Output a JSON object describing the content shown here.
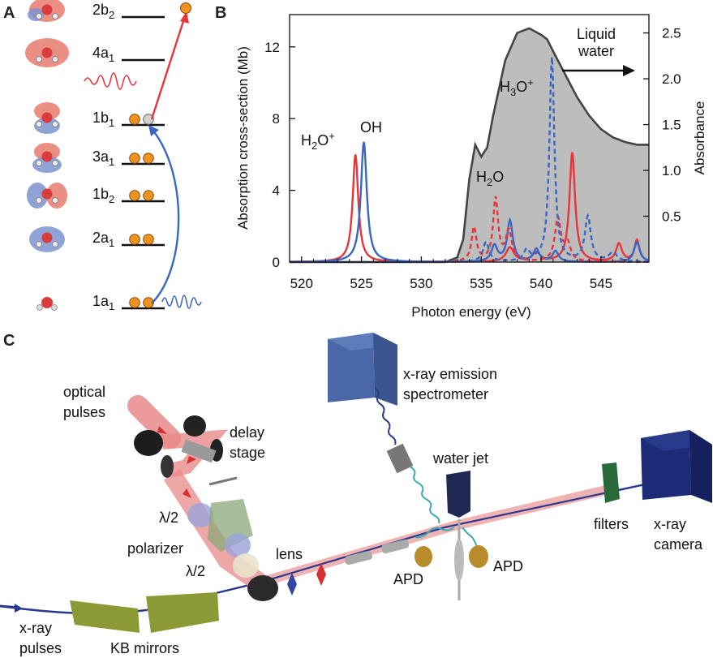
{
  "panels": {
    "a": "A",
    "b": "B",
    "c": "C"
  },
  "orbitals": [
    {
      "main": "2b",
      "sub": "2",
      "electrons": 0
    },
    {
      "main": "4a",
      "sub": "1",
      "electrons": 0
    },
    {
      "main": "1b",
      "sub": "1",
      "electrons": 1,
      "hole": true
    },
    {
      "main": "3a",
      "sub": "1",
      "electrons": 2
    },
    {
      "main": "1b",
      "sub": "2",
      "electrons": 2
    },
    {
      "main": "2a",
      "sub": "1",
      "electrons": 2
    },
    {
      "main": "1a",
      "sub": "1",
      "electrons": 2
    }
  ],
  "colors": {
    "red": "#e8353b",
    "blue": "#3a66c4",
    "gray_fill": "#bdbdbd",
    "gray_line": "#444444",
    "electron": "#f0921e"
  },
  "chart_data": {
    "type": "line",
    "xlabel": "Photon energy (eV)",
    "ylabel_left": "Absorption cross-section (Mb)",
    "ylabel_right": "Absorbance",
    "xlim": [
      519,
      549
    ],
    "ylim_left": [
      0,
      13.8
    ],
    "ylim_right": [
      0,
      2.7
    ],
    "x_ticks": [
      520,
      525,
      530,
      535,
      540,
      545
    ],
    "y_ticks_left": [
      0,
      4,
      8,
      12
    ],
    "y_ticks_right": [
      0.5,
      1.0,
      1.5,
      2.0,
      2.5
    ],
    "annotations": {
      "h2o_plus": {
        "base": "H",
        "sub": "2",
        "rest": "O",
        "sup": "+"
      },
      "oh": "OH",
      "h3o_plus": {
        "base": "H",
        "sub": "3",
        "rest": "O",
        "sup": "+"
      },
      "h2o": {
        "base": "H",
        "sub": "2",
        "rest": "O"
      },
      "liquid_water": [
        "Liquid",
        "water"
      ]
    },
    "series": [
      {
        "kind": "area",
        "axis": "right",
        "x": [
          519,
          532,
          533,
          533.5,
          534,
          534.5,
          535,
          535.5,
          536,
          537,
          538,
          539,
          540,
          540.5,
          541,
          542,
          543,
          544,
          545,
          546,
          547,
          548,
          549
        ],
        "y": [
          0,
          0,
          0.05,
          0.25,
          0.9,
          1.28,
          1.15,
          1.25,
          1.6,
          2.2,
          2.5,
          2.55,
          2.48,
          2.43,
          2.3,
          2.05,
          1.8,
          1.6,
          1.45,
          1.36,
          1.31,
          1.28,
          1.28
        ]
      },
      {
        "kind": "peaks",
        "axis": "left",
        "color": "red",
        "style": "solid",
        "peaks": [
          [
            524.5,
            6.0,
            0.28
          ],
          [
            537.4,
            0.8,
            0.4
          ],
          [
            539.6,
            0.5,
            0.4
          ],
          [
            542.6,
            6.1,
            0.28
          ],
          [
            546.5,
            1.0,
            0.3
          ],
          [
            548,
            1.2,
            0.25
          ]
        ]
      },
      {
        "kind": "peaks",
        "axis": "left",
        "color": "blue",
        "style": "solid",
        "peaks": [
          [
            525.2,
            6.7,
            0.3
          ],
          [
            536.1,
            0.9,
            0.3
          ],
          [
            537.4,
            2.3,
            0.28
          ],
          [
            539.6,
            0.7,
            0.3
          ],
          [
            541.2,
            0.6,
            0.3
          ],
          [
            548,
            1.1,
            0.3
          ]
        ]
      },
      {
        "kind": "peaks",
        "axis": "left",
        "color": "red",
        "style": "dashed",
        "peaks": [
          [
            534.4,
            1.9,
            0.25
          ],
          [
            536.2,
            3.5,
            0.25
          ],
          [
            537.3,
            1.7,
            0.3
          ],
          [
            541.4,
            2.4,
            0.3
          ],
          [
            542.2,
            1.0,
            0.3
          ]
        ]
      },
      {
        "kind": "peaks",
        "axis": "left",
        "color": "blue",
        "style": "dashed",
        "peaks": [
          [
            535.4,
            1.1,
            0.3
          ],
          [
            538.8,
            0.6,
            0.3
          ],
          [
            540.9,
            11.4,
            0.25
          ],
          [
            543.9,
            2.5,
            0.3
          ],
          [
            546,
            0.5,
            0.4
          ]
        ]
      }
    ]
  },
  "setup_labels": {
    "optical_pulses": [
      "optical",
      "pulses"
    ],
    "delay_stage": [
      "delay",
      "stage"
    ],
    "lambda_half_1": "λ/2",
    "polarizer": "polarizer",
    "lambda_half_2": "λ/2",
    "lens": "lens",
    "xray_pulses": [
      "x-ray",
      "pulses"
    ],
    "kb_mirrors": "KB mirrors",
    "emission_spectrometer": [
      "x-ray emission",
      "spectrometer"
    ],
    "water_jet": "water jet",
    "apd_left": "APD",
    "apd_right": "APD",
    "filters": "filters",
    "xray_camera": [
      "x-ray",
      "camera"
    ]
  }
}
